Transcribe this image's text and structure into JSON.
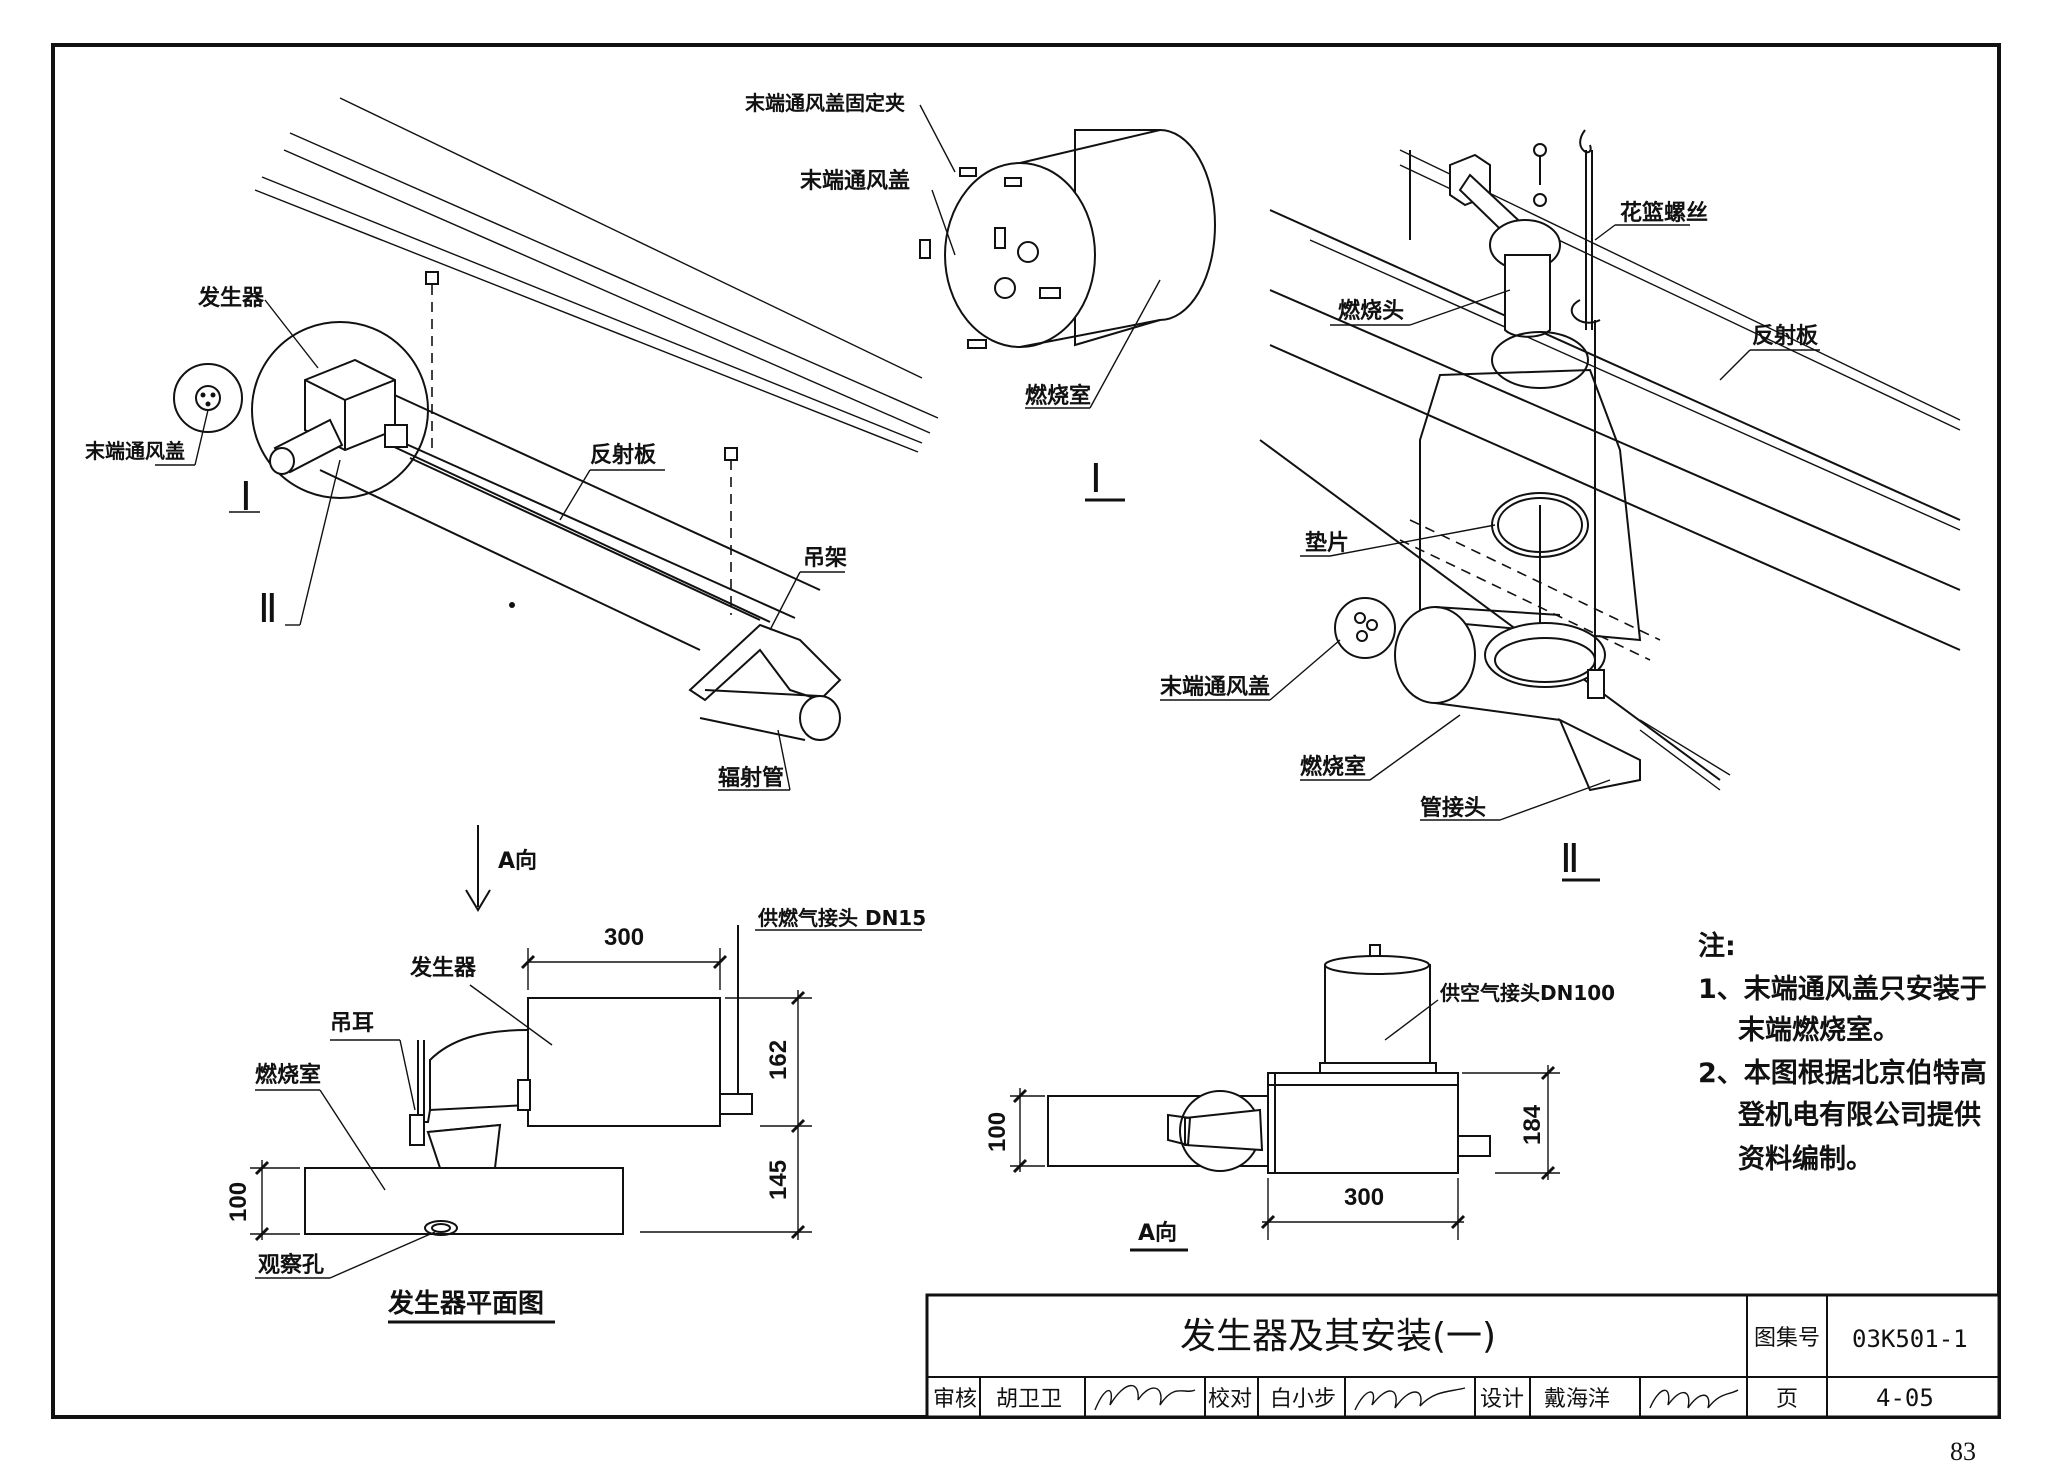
{
  "drawing": {
    "title": "发生器及其安装(一)",
    "atlas_label": "图集号",
    "atlas_no": "03K501-1",
    "page_label": "页",
    "page_no": "4-05",
    "sheet_number": "83"
  },
  "signoff": {
    "review_label": "审核",
    "reviewer": "胡卫卫",
    "check_label": "校对",
    "checker": "白小步",
    "design_label": "设计",
    "designer": "戴海洋"
  },
  "overview": {
    "generator": "发生器",
    "end_cap": "末端通风盖",
    "detail_1": "Ⅰ",
    "detail_2": "Ⅱ",
    "reflector": "反射板",
    "hanger": "吊架",
    "radiant_tube": "辐射管"
  },
  "detail_i": {
    "clip": "末端通风盖固定夹",
    "cap": "末端通风盖",
    "chamber": "燃烧室",
    "mark": "Ⅰ"
  },
  "detail_ii": {
    "turnbuckle": "花篮螺丝",
    "burner": "燃烧头",
    "reflector": "反射板",
    "gasket": "垫片",
    "end_cap": "末端通风盖",
    "chamber": "燃烧室",
    "coupling": "管接头",
    "mark": "Ⅱ"
  },
  "plan": {
    "direction": "A向",
    "gas_inlet": "供燃气接头 DN15",
    "generator": "发生器",
    "lug": "吊耳",
    "chamber": "燃烧室",
    "sight_hole": "观察孔",
    "caption": "发生器平面图",
    "dim_300": "300",
    "dim_162": "162",
    "dim_145": "145",
    "dim_100": "100"
  },
  "view_a": {
    "air_inlet": "供空气接头DN100",
    "dim_100": "100",
    "dim_184": "184",
    "dim_300": "300",
    "caption": "A向"
  },
  "notes": {
    "heading": "注:",
    "items": [
      "1、末端通风盖只安装于",
      "末端燃烧室。",
      "2、本图根据北京伯特高",
      "登机电有限公司提供",
      "资料编制。"
    ]
  }
}
